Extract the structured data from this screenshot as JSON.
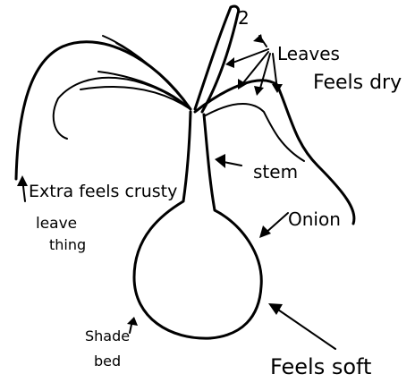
{
  "labels": {
    "leaves": "Leaves",
    "feels_dry": "Feels dry",
    "stem": "stem",
    "onion": "Onion",
    "extra_leaf_line1": "Extra feels crusty",
    "extra_leaf_line2": "leave",
    "extra_leaf_line3": "thing",
    "shade_line1": "Shade",
    "shade_line2": "bed",
    "feels_soft": "Feels soft",
    "scribble": "2"
  },
  "ink_color": "#000000"
}
